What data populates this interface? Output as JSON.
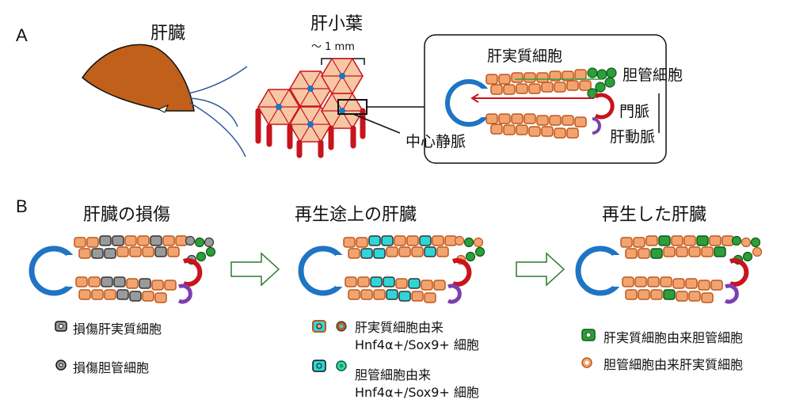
{
  "panel_a": {
    "label": "A",
    "liver": "肝臓",
    "lobule": "肝小葉",
    "scale": "～ 1 mm",
    "hepatocyte": "肝実質細胞",
    "cholangiocyte": "胆管細胞",
    "portal_vein": "門脈",
    "hepatic_artery": "肝動脈",
    "central_vein": "中心静脈"
  },
  "panel_b": {
    "label": "B",
    "stage1": "肝臓の損傷",
    "stage2": "再生途上の肝臓",
    "stage3": "再生した肝臓",
    "legend_damaged_hep": "損傷肝実質細胞",
    "legend_damaged_chol": "損傷胆管細胞",
    "legend_hep_derived": "肝実質細胞由来",
    "legend_chol_derived": "胆管細胞由来",
    "legend_marker": "Hnf4α+/Sox9+ 細胞",
    "legend_hep_to_chol": "肝実質細胞由来胆管細胞",
    "legend_chol_to_hep": "胆管細胞由来肝実質細胞"
  },
  "colors": {
    "hepatocyte_fill": "#f2a470",
    "hepatocyte_edge": "#c0561a",
    "cholangiocyte": "#2d9e3a",
    "central_vein": "#1f74c4",
    "portal_vein": "#c8141c",
    "hepatic_artery": "#7b3fb0",
    "liver_organ": "#c0601a",
    "damaged": "#9a9a9a",
    "marker_cyan": "#2fd6d6"
  }
}
